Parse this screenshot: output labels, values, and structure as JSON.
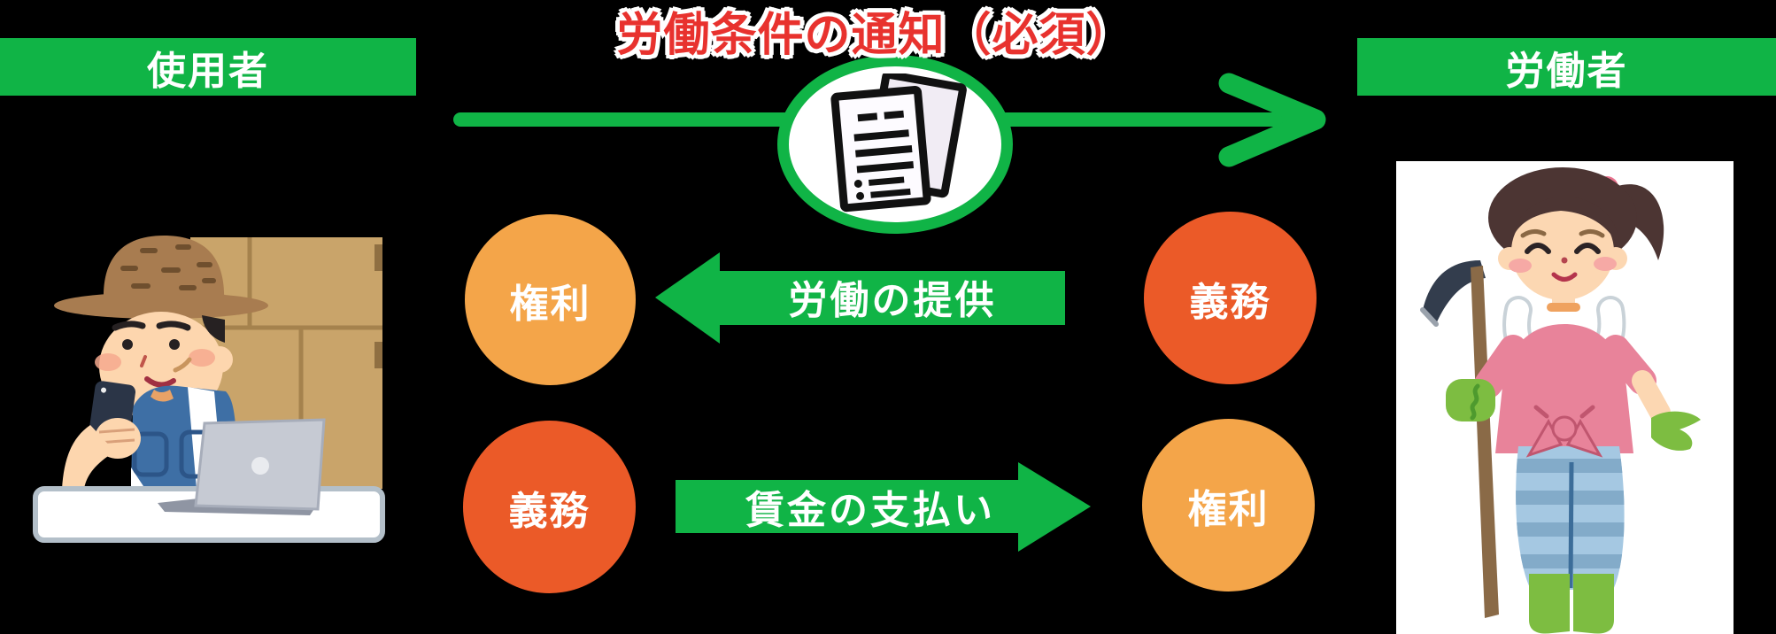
{
  "title": "労働条件の通知（必須）",
  "banners": {
    "employer": "使用者",
    "worker": "労働者"
  },
  "rows": [
    {
      "left_label": "権利",
      "arrow_label": "労働の提供",
      "right_label": "義務",
      "direction": "left"
    },
    {
      "left_label": "義務",
      "arrow_label": "賃金の支払い",
      "right_label": "権利",
      "direction": "right"
    }
  ],
  "icons": {
    "document": "document-stack-icon"
  },
  "colors": {
    "green": "#10b446",
    "red": "#e8322e",
    "orange": "#f4a549",
    "vermilion": "#eb5a28",
    "white": "#ffffff",
    "background": "#000000"
  },
  "illustrations": {
    "employer": "farmer-employer-with-smartphone-laptop-and-boxes",
    "worker": "farmer-woman-with-hoe"
  }
}
